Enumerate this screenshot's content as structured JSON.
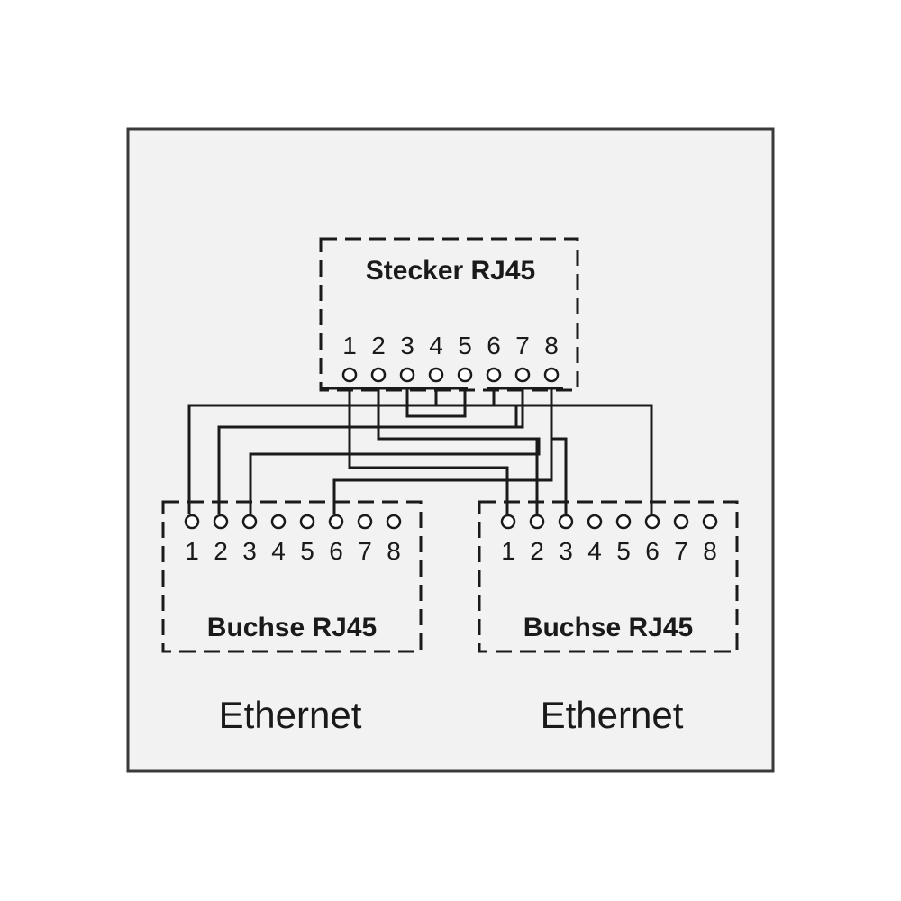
{
  "plug": {
    "title": "Stecker RJ45",
    "pins": [
      "1",
      "2",
      "3",
      "4",
      "5",
      "6",
      "7",
      "8"
    ]
  },
  "socket_left": {
    "title": "Buchse RJ45",
    "pins": [
      "1",
      "2",
      "3",
      "4",
      "5",
      "6",
      "7",
      "8"
    ],
    "caption": "Ethernet"
  },
  "socket_right": {
    "title": "Buchse RJ45",
    "pins": [
      "1",
      "2",
      "3",
      "4",
      "5",
      "6",
      "7",
      "8"
    ],
    "caption": "Ethernet"
  }
}
